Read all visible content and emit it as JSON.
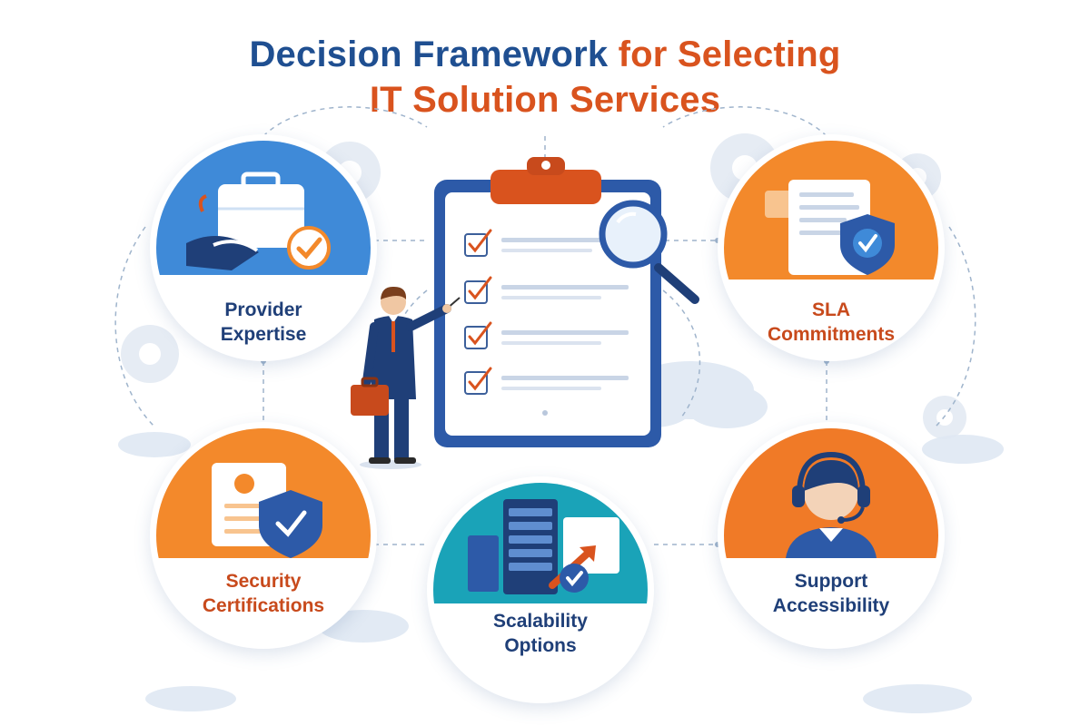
{
  "title": {
    "line1_part1": "Decision Framework",
    "line1_part2": " for Selecting",
    "line2": "IT Solution Services"
  },
  "criteria": [
    {
      "id": "provider",
      "line1": "Provider",
      "line2": "Expertise",
      "icon": "briefcase-handshake-icon"
    },
    {
      "id": "sla",
      "line1": "SLA",
      "line2": "Commitments",
      "icon": "document-shield-icon"
    },
    {
      "id": "security",
      "line1": "Security",
      "line2": "Certifications",
      "icon": "certificate-shield-icon"
    },
    {
      "id": "scalability",
      "line1": "Scalability",
      "line2": "Options",
      "icon": "server-growth-icon"
    },
    {
      "id": "support",
      "line1": "Support",
      "line2": "Accessibility",
      "icon": "headset-agent-icon"
    }
  ],
  "colors": {
    "title_blue": "#1f4f91",
    "title_orange": "#d9531e",
    "disc_blue": "#3f8ad8",
    "disc_orange": "#f3892b",
    "disc_teal": "#1aa3b8",
    "clipboard_blue": "#2d5aa8",
    "clip_orange": "#d9531e"
  },
  "center": {
    "clipboard_items": 4,
    "icons": [
      "clipboard-checklist-icon",
      "magnifier-icon",
      "businessman-icon",
      "cloud-icon",
      "gear-icon"
    ]
  }
}
